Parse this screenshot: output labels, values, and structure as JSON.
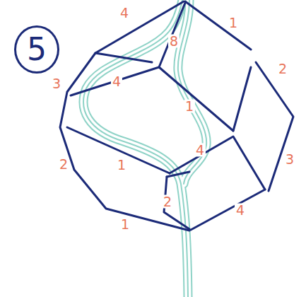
{
  "diagram": {
    "nodes": [
      {
        "text": [
          "5"
        ]
      }
    ],
    "labels": [
      "4",
      "1",
      "8",
      "2",
      "4",
      "3",
      "1",
      "4",
      "3",
      "2",
      "1",
      "2",
      "4",
      "1"
    ]
  }
}
